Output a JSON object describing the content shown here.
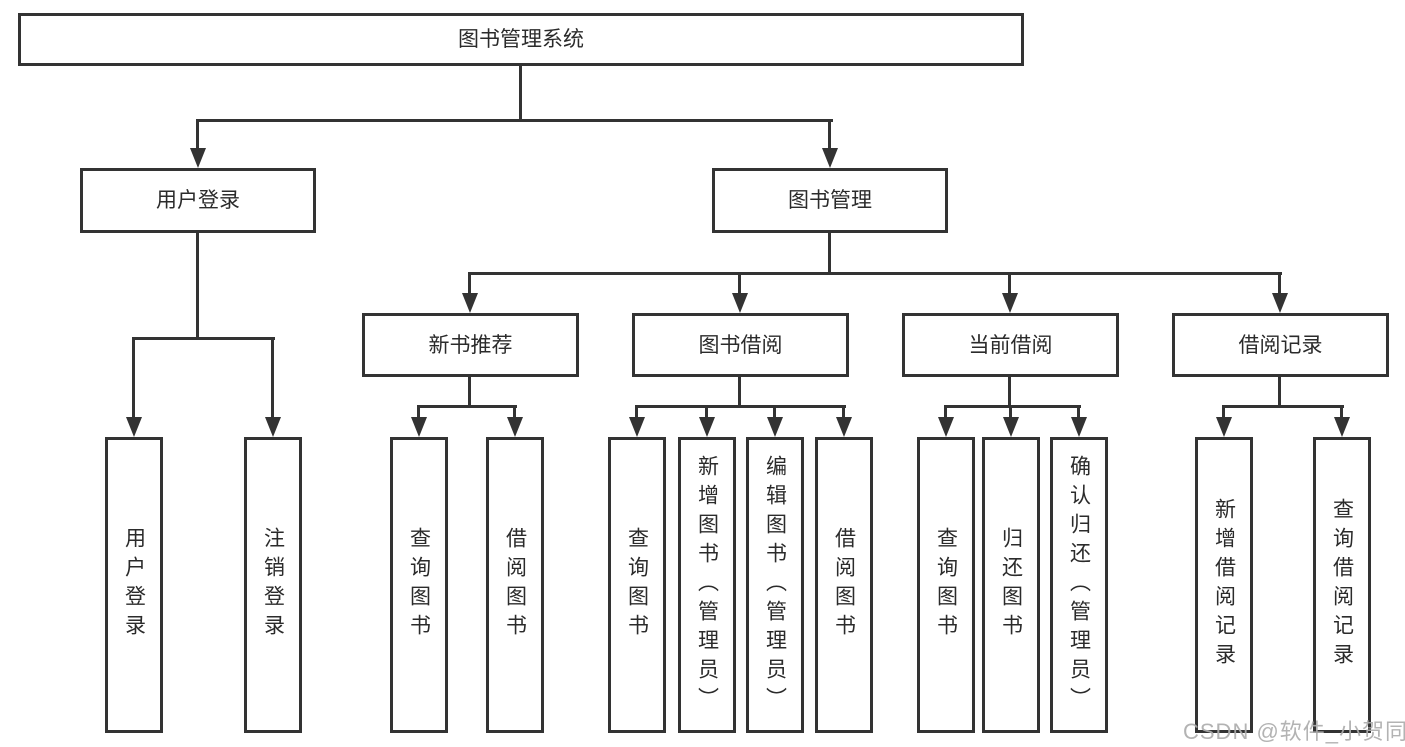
{
  "diagram": {
    "root": {
      "label": "图书管理系统"
    },
    "branches": [
      {
        "label": "用户登录",
        "children": [
          {
            "label": "用户登录"
          },
          {
            "label": "注销登录"
          }
        ]
      },
      {
        "label": "图书管理",
        "children": [
          {
            "label": "新书推荐",
            "children": [
              {
                "label": "查询图书"
              },
              {
                "label": "借阅图书"
              }
            ]
          },
          {
            "label": "图书借阅",
            "children": [
              {
                "label": "查询图书"
              },
              {
                "label": "新增图书（管理员）"
              },
              {
                "label": "编辑图书（管理员）"
              },
              {
                "label": "借阅图书"
              }
            ]
          },
          {
            "label": "当前借阅",
            "children": [
              {
                "label": "查询图书"
              },
              {
                "label": "归还图书"
              },
              {
                "label": "确认归还（管理员）"
              }
            ]
          },
          {
            "label": "借阅记录",
            "children": [
              {
                "label": "新增借阅记录"
              },
              {
                "label": "查询借阅记录"
              }
            ]
          }
        ]
      }
    ]
  },
  "watermark": {
    "text": "CSDN @软件_小贺同学"
  },
  "colors": {
    "line": "#333333",
    "text": "#2b2b2b",
    "box_background": "#ffffff",
    "watermark": "#acacac"
  }
}
